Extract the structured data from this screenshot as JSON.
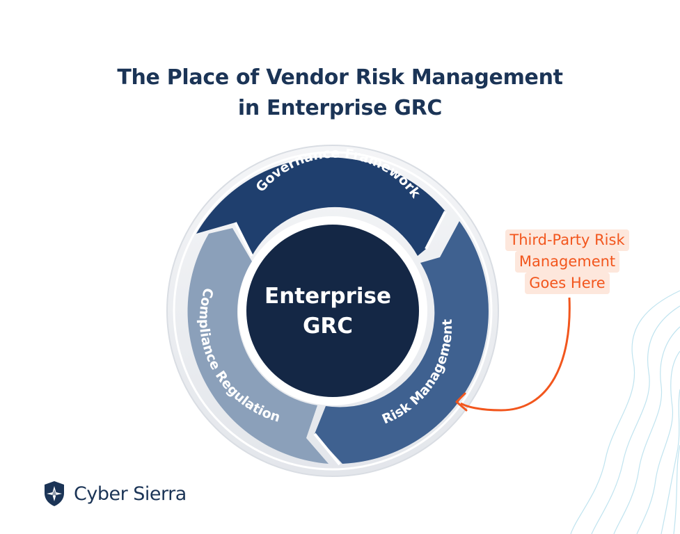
{
  "title": {
    "line1": "The Place of Vendor Risk Management",
    "line2": "in Enterprise GRC"
  },
  "diagram": {
    "center_line1": "Enterprise",
    "center_line2": "GRC",
    "segments": [
      {
        "label": "Governance Framework",
        "color": "#1f3f6e"
      },
      {
        "label": "Risk Management",
        "color": "#3f6190"
      },
      {
        "label": "Compliance Regulation",
        "color": "#8ba0ba"
      }
    ],
    "center_color": "#142745"
  },
  "callout": {
    "line1": "Third-Party Risk",
    "line2": "Management",
    "line3": "Goes Here",
    "color": "#f2561d"
  },
  "logo": {
    "text": "Cyber Sierra",
    "icon": "shield-compass-icon"
  }
}
